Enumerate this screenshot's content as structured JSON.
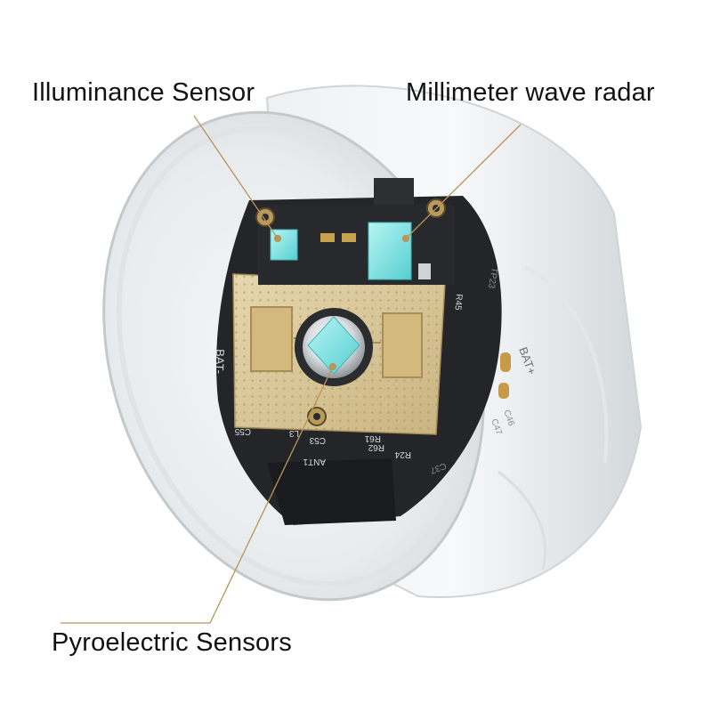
{
  "labels": {
    "illuminance": "Illuminance Sensor",
    "radar": "Millimeter wave radar",
    "pyroelectric": "Pyroelectric Sensors"
  },
  "pcb_markings": {
    "bat_minus": "BAT-",
    "bat_plus": "BAT+",
    "r45": "R45",
    "r61": "R61",
    "r62": "R62",
    "r24": "R24",
    "c55": "C55",
    "c53": "C53",
    "l3": "L3",
    "ant1": "ANT1",
    "c46": "C46",
    "c47": "C47",
    "c37": "C37",
    "tp23": "TP23"
  },
  "colors": {
    "callout_line": "#b8955a",
    "board_gold": "#d8c79a",
    "board_dark": "#222428",
    "sensor_cyan": "#7ee6e6",
    "label_text": "#111111"
  }
}
